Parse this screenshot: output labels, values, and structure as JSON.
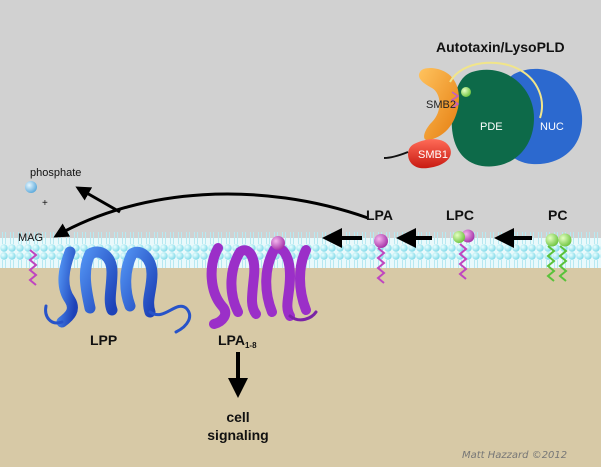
{
  "diagram": {
    "enzyme_title": "Autotaxin/LysoPLD",
    "domains": [
      "SMB2",
      "SMB1",
      "PDE",
      "NUC"
    ],
    "lipids": {
      "pc": "PC",
      "lpc": "LPC",
      "lpa": "LPA",
      "mag": "MAG",
      "phosphate": "phosphate",
      "plus": "+"
    },
    "proteins": {
      "lpp": "LPP",
      "lpa_receptor": "LPA",
      "lpa_receptor_subscript": "1-8"
    },
    "outcome": {
      "line1": "cell",
      "line2": "signaling"
    },
    "signature": "Matt Hazzard ©2012"
  }
}
